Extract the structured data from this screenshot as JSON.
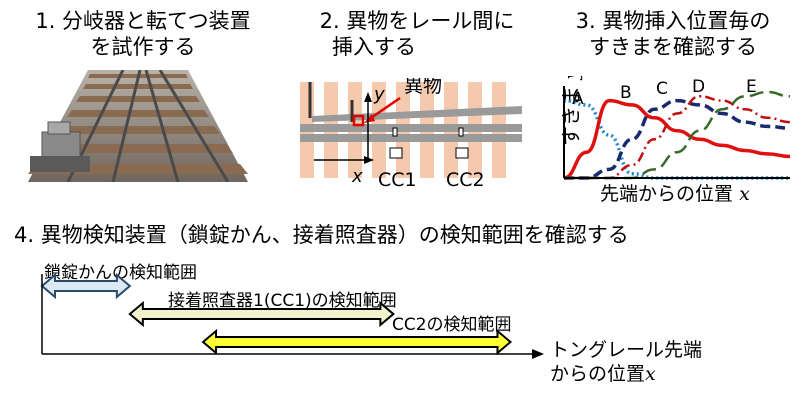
{
  "steps": {
    "step1": {
      "line1": "1. 分岐器と転てつ装置",
      "line2": "を試作する"
    },
    "step2": {
      "line1": "2. 異物をレール間に",
      "line2": "挿入する"
    },
    "step3": {
      "line1": "3. 異物挿入位置毎の",
      "line2": "すきまを確認する"
    },
    "step4": {
      "line1": "4. 異物検知装置（鎖錠かん、接着照査器）の検知範囲を確認する"
    }
  },
  "rail_diagram": {
    "foreign_object_label": "異物",
    "y_axis_label": "y",
    "x_axis_label": "x",
    "cc1_label": "CC1",
    "cc2_label": "CC2",
    "colors": {
      "tie": "#f4c9ad",
      "rail": "#9a9a9a",
      "marker": "#e00000"
    }
  },
  "gap_chart": {
    "y_axis_label": "すきま",
    "y_axis_var": "y",
    "x_axis_label": "先端からの位置",
    "x_axis_var": "x",
    "curve_labels": [
      "A",
      "B",
      "C",
      "D",
      "E"
    ]
  },
  "chart_data": {
    "type": "line",
    "title": "",
    "xlabel": "先端からの位置 x",
    "ylabel": "すきま y",
    "x": [
      0,
      1,
      2,
      3,
      4,
      5,
      6,
      7,
      8,
      9,
      10
    ],
    "series": [
      {
        "name": "A",
        "style": "dotted",
        "color": "#1e88c8",
        "values": [
          0.9,
          0.85,
          0.5,
          0.05,
          0,
          0,
          0,
          0,
          0,
          0,
          0
        ]
      },
      {
        "name": "B",
        "style": "solid",
        "color": "#e01010",
        "values": [
          0,
          0.3,
          0.9,
          0.85,
          0.7,
          0.55,
          0.45,
          0.38,
          0.32,
          0.28,
          0.25
        ]
      },
      {
        "name": "C",
        "style": "dashed",
        "color": "#1a2a6c",
        "values": [
          0,
          0,
          0.1,
          0.45,
          0.8,
          0.9,
          0.85,
          0.75,
          0.65,
          0.6,
          0.58
        ]
      },
      {
        "name": "D",
        "style": "dash-dot",
        "color": "#c01010",
        "values": [
          0,
          0,
          0,
          0.15,
          0.45,
          0.75,
          0.95,
          0.9,
          0.8,
          0.7,
          0.65
        ]
      },
      {
        "name": "E",
        "style": "long-dash",
        "color": "#3a6a2a",
        "values": [
          0,
          0,
          0,
          0,
          0.1,
          0.3,
          0.55,
          0.8,
          0.95,
          1.0,
          0.95
        ]
      }
    ]
  },
  "detection_ranges": {
    "lock_rod_label": "鎖錠かんの検知範囲",
    "cc1_label": "接着照査器1(CC1)の検知範囲",
    "cc2_label": "CC2の検知範囲",
    "axis_label_line1": "トングレール先端",
    "axis_label_line2": "からの位置",
    "axis_var": "x",
    "ranges": [
      {
        "label": "lock_rod",
        "start": 0.0,
        "end": 0.18,
        "color": "#dce8f4",
        "stroke": "#2a4a6a"
      },
      {
        "label": "cc1",
        "start": 0.18,
        "end": 0.72,
        "color": "#f2f2cc",
        "stroke": "#000000"
      },
      {
        "label": "cc2",
        "start": 0.33,
        "end": 0.96,
        "color": "#ffff33",
        "stroke": "#000000"
      }
    ]
  }
}
